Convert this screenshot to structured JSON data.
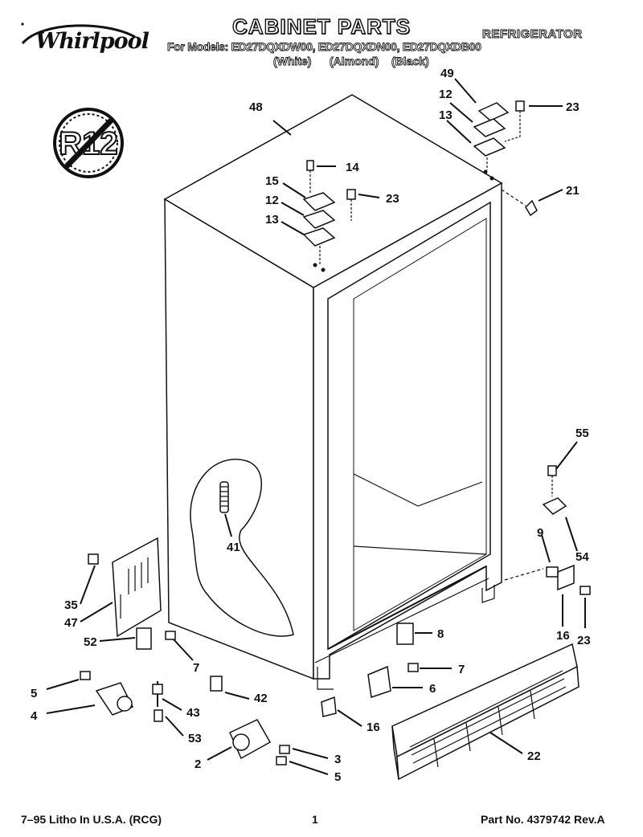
{
  "header": {
    "brand": "Whirlpool",
    "title": "CABINET PARTS",
    "models_line": "For Models: ED27DQXDW00, ED27DQXDN00, ED27DQXDB00",
    "colors": [
      "(White)",
      "(Almond)",
      "(Black)"
    ],
    "category": "REFRIGERATOR"
  },
  "badge": {
    "text": "R12",
    "icon": "no-r12-symbol-icon"
  },
  "callouts": [
    "48",
    "49",
    "12",
    "13",
    "23",
    "14",
    "15",
    "12",
    "13",
    "23",
    "21",
    "55",
    "41",
    "54",
    "9",
    "35",
    "47",
    "52",
    "7",
    "16",
    "23",
    "8",
    "7",
    "6",
    "5",
    "4",
    "42",
    "43",
    "53",
    "16",
    "22",
    "2",
    "3",
    "5"
  ],
  "footer": {
    "left": "7–95 Litho In U.S.A. (RCG)",
    "page": "1",
    "part_no": "Part No. 4379742 Rev.A"
  }
}
